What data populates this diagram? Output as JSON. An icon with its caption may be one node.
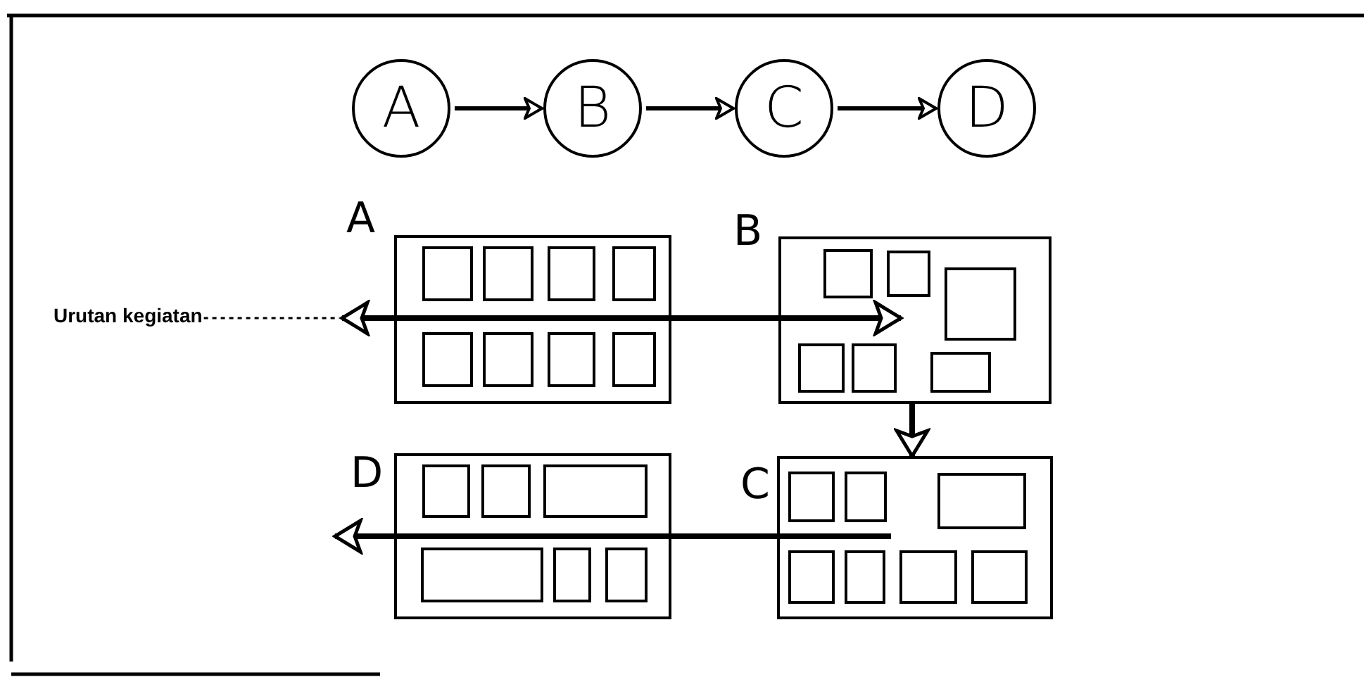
{
  "diagram": {
    "nodes": [
      {
        "text": [
          "A"
        ]
      },
      {
        "text": [
          "B"
        ]
      },
      {
        "text": [
          "C"
        ]
      },
      {
        "text": [
          "D"
        ]
      },
      {
        "text": [
          "A"
        ]
      },
      {
        "text": [],
        "shape": "box",
        "in": 4
      },
      {
        "text": [],
        "shape": "box",
        "in": 4
      },
      {
        "text": [],
        "shape": "box",
        "in": 4
      },
      {
        "text": [],
        "shape": "box",
        "in": 4
      },
      {
        "text": [],
        "shape": "box",
        "in": 4
      },
      {
        "text": [],
        "shape": "box",
        "in": 4
      },
      {
        "text": [],
        "shape": "box",
        "in": 4
      },
      {
        "text": [],
        "shape": "box",
        "in": 4
      },
      {
        "text": [
          "B"
        ]
      },
      {
        "text": [],
        "shape": "box",
        "in": 13
      },
      {
        "text": [],
        "shape": "box",
        "in": 13
      },
      {
        "text": [],
        "shape": "box",
        "in": 13
      },
      {
        "text": [],
        "shape": "box",
        "in": 13
      },
      {
        "text": [],
        "shape": "box",
        "in": 13
      },
      {
        "text": [],
        "shape": "box",
        "in": 13
      },
      {
        "text": [
          "D"
        ]
      },
      {
        "text": [],
        "shape": "box",
        "in": 20
      },
      {
        "text": [],
        "shape": "box",
        "in": 20
      },
      {
        "text": [],
        "shape": "box",
        "in": 20
      },
      {
        "text": [],
        "shape": "box",
        "in": 20
      },
      {
        "text": [],
        "shape": "box",
        "in": 20
      },
      {
        "text": [],
        "shape": "box",
        "in": 20
      },
      {
        "text": [
          "C"
        ]
      },
      {
        "text": [],
        "shape": "box",
        "in": 27
      },
      {
        "text": [],
        "shape": "box",
        "in": 27
      },
      {
        "text": [],
        "shape": "box",
        "in": 27
      },
      {
        "text": [],
        "shape": "box",
        "in": 27
      },
      {
        "text": [],
        "shape": "box",
        "in": 27
      },
      {
        "text": [],
        "shape": "box",
        "in": 27
      },
      {
        "text": [],
        "shape": "box",
        "in": 27
      },
      {
        "text": [
          "Urutan kegiatan"
        ]
      }
    ],
    "edges": [
      {
        "from": 0,
        "to": 1,
        "arrow": "to"
      },
      {
        "from": 1,
        "to": 2,
        "arrow": "to"
      },
      {
        "from": 2,
        "to": 3,
        "arrow": "to"
      },
      {
        "from": null,
        "to": 13,
        "arrow": "both"
      },
      {
        "from": 13,
        "to": 27,
        "arrow": "to"
      },
      {
        "from": 27,
        "to": null,
        "arrow": "to"
      },
      {
        "from": 35,
        "to": null,
        "arrow": "none",
        "style": "dashed"
      }
    ]
  }
}
